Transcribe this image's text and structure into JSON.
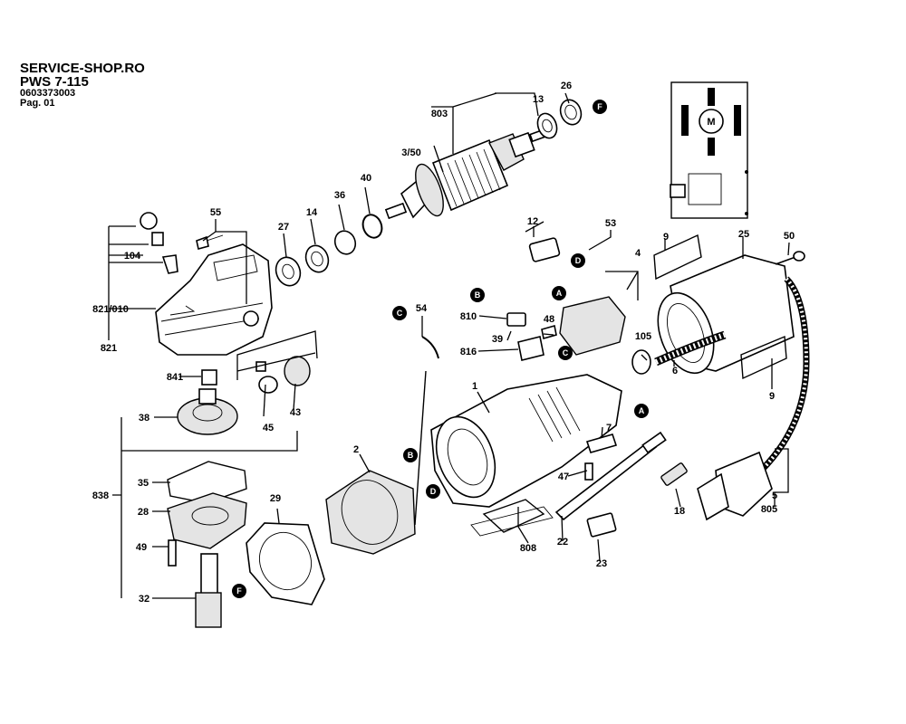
{
  "header": {
    "shop": "SERVICE-SHOP.RO",
    "model": "PWS 7-115",
    "code": "0603373003",
    "page": "Pag. 01"
  },
  "part_numbers": {
    "p1": "1",
    "p2": "2",
    "p3_50": "3/50",
    "p4": "4",
    "p5": "5",
    "p6": "6",
    "p7": "7",
    "p9a": "9",
    "p9b": "9",
    "p12": "12",
    "p13": "13",
    "p14": "14",
    "p18": "18",
    "p22": "22",
    "p23": "23",
    "p25": "25",
    "p26": "26",
    "p27": "27",
    "p28": "28",
    "p29": "29",
    "p32": "32",
    "p35": "35",
    "p36": "36",
    "p38": "38",
    "p39": "39",
    "p40": "40",
    "p43": "43",
    "p45": "45",
    "p47": "47",
    "p48": "48",
    "p49": "49",
    "p50": "50",
    "p53": "53",
    "p54": "54",
    "p55": "55",
    "p104": "104",
    "p105": "105",
    "p803": "803",
    "p805": "805",
    "p808": "808",
    "p810": "810",
    "p816": "816",
    "p821": "821",
    "p821_010": "821/010",
    "p838": "838",
    "p841": "841"
  },
  "connector_markers": {
    "a1": "A",
    "a2": "A",
    "b1": "B",
    "b2": "B",
    "c1": "C",
    "c2": "C",
    "d1": "D",
    "d2": "D",
    "f1": "F",
    "f2": "F"
  },
  "schematic": {
    "motor_label": "M"
  }
}
